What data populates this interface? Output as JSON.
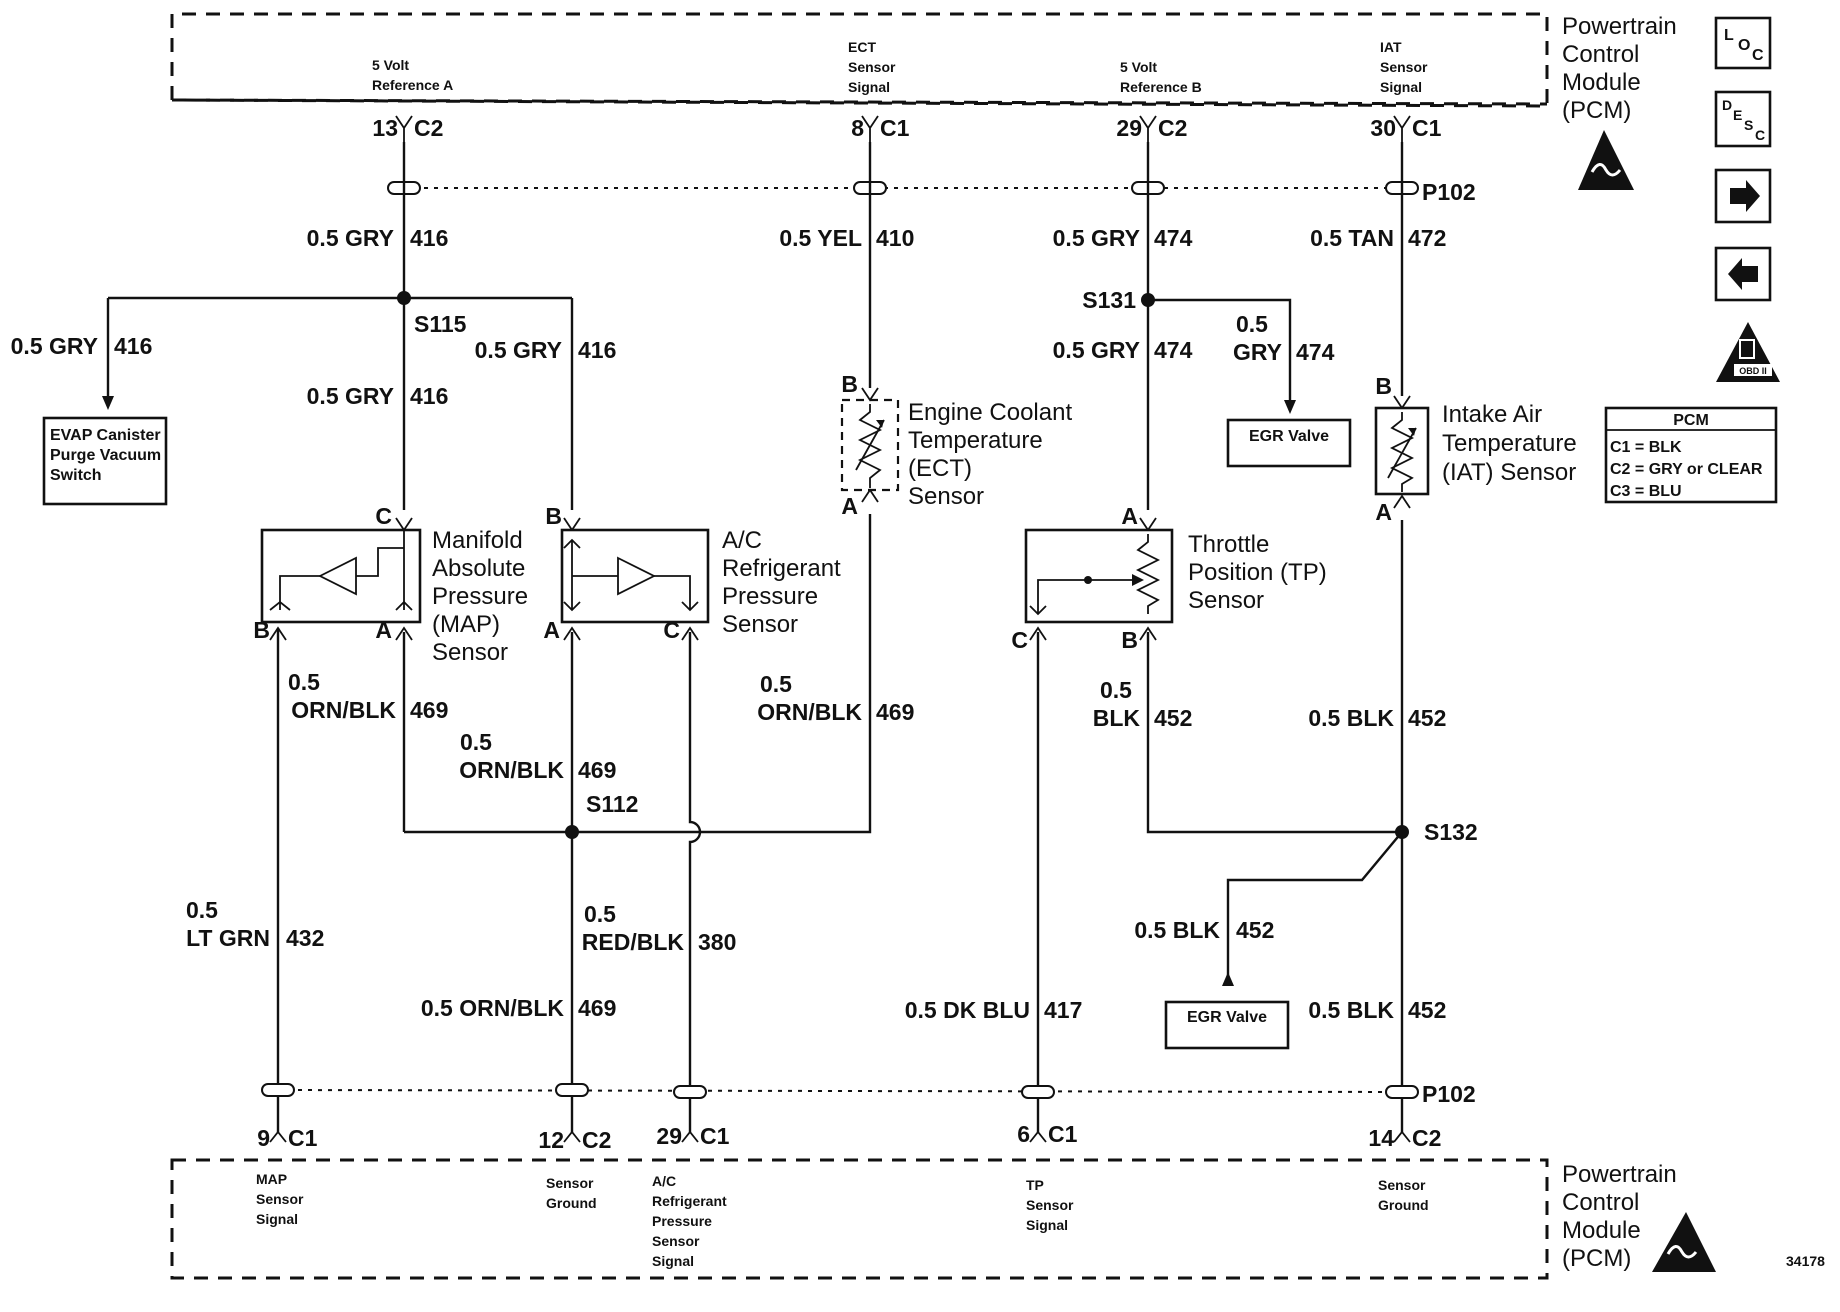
{
  "pcm_top": {
    "module_lines": [
      "Powertrain",
      "Control",
      "Module",
      "(PCM)"
    ],
    "pins": [
      {
        "func": [
          "5 Volt",
          "Reference A"
        ],
        "num": "13",
        "conn": "C2"
      },
      {
        "func": [
          "ECT",
          "Sensor",
          "Signal"
        ],
        "num": "8",
        "conn": "C1"
      },
      {
        "func": [
          "5 Volt",
          "Reference B"
        ],
        "num": "29",
        "conn": "C2"
      },
      {
        "func": [
          "IAT",
          "Sensor",
          "Signal"
        ],
        "num": "30",
        "conn": "C1"
      }
    ]
  },
  "pcm_bottom": {
    "module_lines": [
      "Powertrain",
      "Control",
      "Module",
      "(PCM)"
    ],
    "pins": [
      {
        "func": [
          "MAP",
          "Sensor",
          "Signal"
        ],
        "num": "9",
        "conn": "C1"
      },
      {
        "func": [
          "Sensor",
          "Ground"
        ],
        "num": "12",
        "conn": "C2"
      },
      {
        "func": [
          "A/C",
          "Refrigerant",
          "Pressure",
          "Sensor",
          "Signal"
        ],
        "num": "29",
        "conn": "C1"
      },
      {
        "func": [
          "TP",
          "Sensor",
          "Signal"
        ],
        "num": "6",
        "conn": "C1"
      },
      {
        "func": [
          "Sensor",
          "Ground"
        ],
        "num": "14",
        "conn": "C2"
      }
    ]
  },
  "connector_p102_top": "P102",
  "connector_p102_bottom": "P102",
  "wires": [
    {
      "text": "0.5 GRY",
      "circuit": "416"
    },
    {
      "text": "0.5 YEL",
      "circuit": "410"
    },
    {
      "text": "0.5 GRY",
      "circuit": "474"
    },
    {
      "text": "0.5 TAN",
      "circuit": "472"
    },
    {
      "text": "0.5 GRY",
      "circuit": "416"
    },
    {
      "text": "0.5 GRY",
      "circuit": "416"
    },
    {
      "text": "0.5 GRY",
      "circuit": "416"
    },
    {
      "text": "0.5 GRY",
      "circuit": "474"
    },
    {
      "text": [
        "0.5",
        "GRY"
      ],
      "circuit": "474"
    },
    {
      "text": [
        "0.5",
        "ORN/BLK"
      ],
      "circuit": "469"
    },
    {
      "text": [
        "0.5",
        "ORN/BLK"
      ],
      "circuit": "469"
    },
    {
      "text": [
        "0.5",
        "ORN/BLK"
      ],
      "circuit": "469"
    },
    {
      "text": [
        "0.5",
        "BLK"
      ],
      "circuit": "452"
    },
    {
      "text": "0.5 BLK",
      "circuit": "452"
    },
    {
      "text": [
        "0.5",
        "LT GRN"
      ],
      "circuit": "432"
    },
    {
      "text": [
        "0.5",
        "RED/BLK"
      ],
      "circuit": "380"
    },
    {
      "text": "0.5 BLK",
      "circuit": "452"
    },
    {
      "text": "0.5 ORN/BLK",
      "circuit": "469"
    },
    {
      "text": "0.5 DK BLU",
      "circuit": "417"
    },
    {
      "text": "0.5 BLK",
      "circuit": "452"
    }
  ],
  "splices": [
    "S115",
    "S131",
    "S112",
    "S132"
  ],
  "components": {
    "evap": [
      "EVAP Canister",
      "Purge Vacuum",
      "Switch"
    ],
    "egr_top": "EGR Valve",
    "egr_bottom": "EGR Valve",
    "ect": [
      "Engine Coolant",
      "Temperature",
      "(ECT)",
      "Sensor"
    ],
    "iat": [
      "Intake Air",
      "Temperature",
      "(IAT) Sensor"
    ],
    "map": [
      "Manifold",
      "Absolute",
      "Pressure",
      "(MAP)",
      "Sensor"
    ],
    "ac": [
      "A/C",
      "Refrigerant",
      "Pressure",
      "Sensor"
    ],
    "tp": [
      "Throttle",
      "Position (TP)",
      "Sensor"
    ]
  },
  "pin_letters": {
    "map": [
      "C",
      "B",
      "A"
    ],
    "ac": [
      "B",
      "A",
      "C"
    ],
    "ect": [
      "B",
      "A"
    ],
    "tp": [
      "A",
      "C",
      "B"
    ],
    "iat": [
      "B",
      "A"
    ]
  },
  "connector_table": {
    "title": "PCM",
    "rows": [
      "C1 = BLK",
      "C2 = GRY or CLEAR",
      "C3 = BLU"
    ]
  },
  "nav_icons": {
    "loc": [
      "L",
      "O",
      "C"
    ],
    "desc": [
      "D",
      "E",
      "S",
      "C"
    ],
    "obd": "OBD II"
  },
  "figure_number": "34178"
}
